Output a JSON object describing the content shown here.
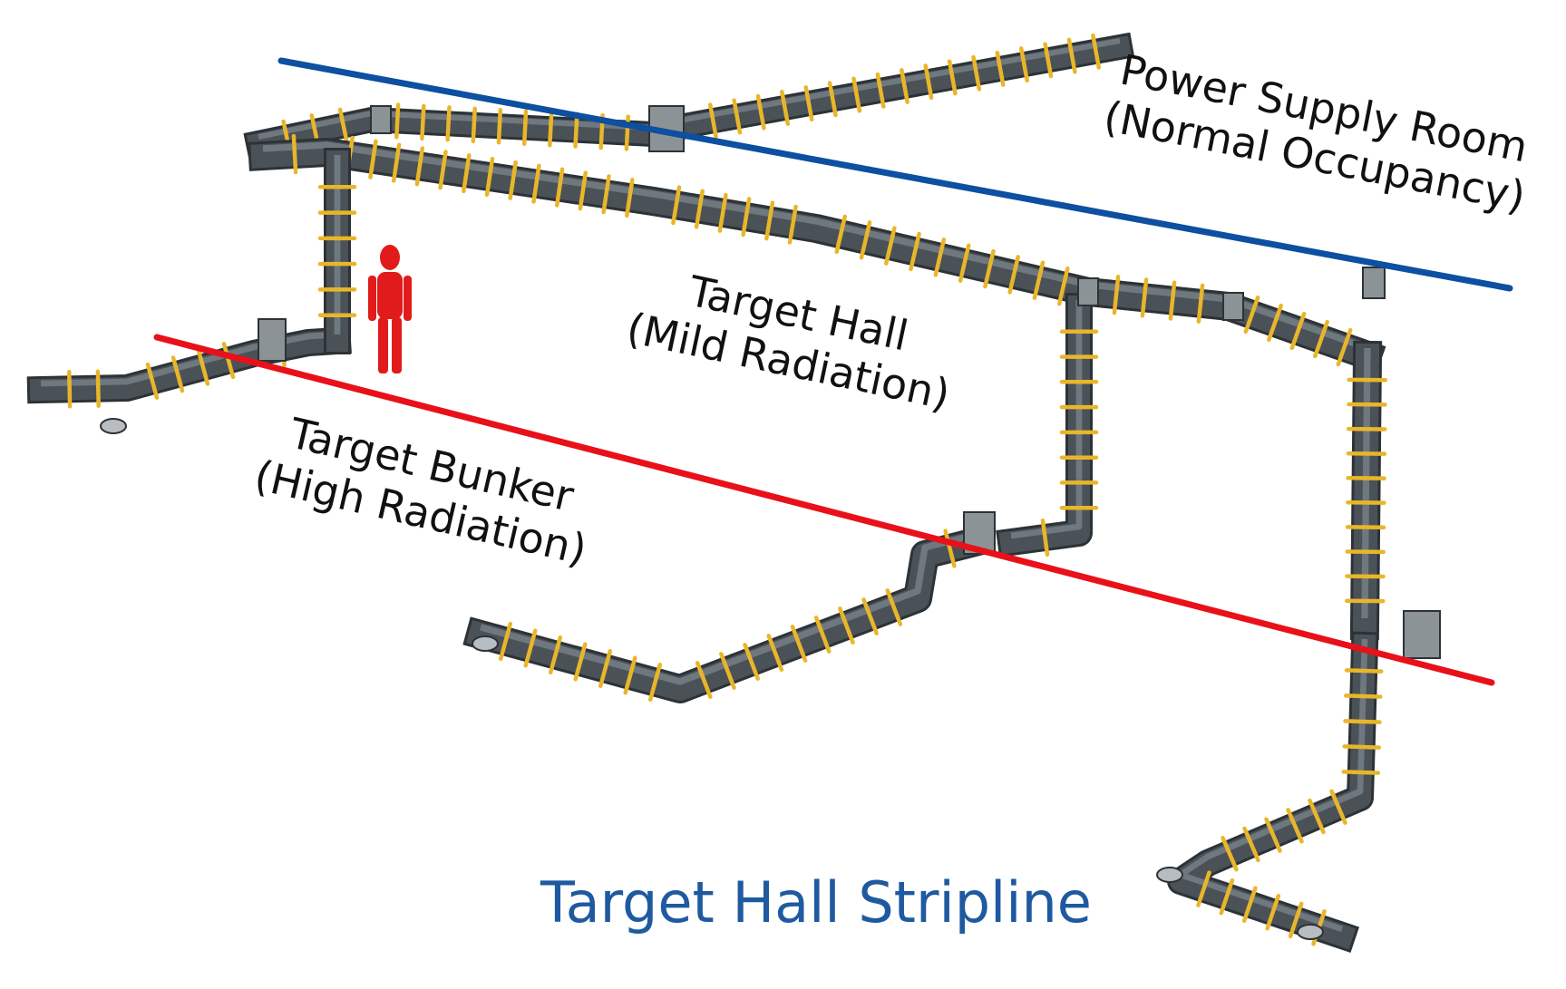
{
  "title": "Target Hall Stripline",
  "zones": {
    "power_supply_room": {
      "name": "Power Supply Room",
      "note": "(Normal Occupancy)"
    },
    "target_hall": {
      "name": "Target Hall",
      "note": "(Mild Radiation)"
    },
    "target_bunker": {
      "name": "Target Bunker",
      "note": "(High Radiation)"
    }
  },
  "colors": {
    "title": "#1f5aa0",
    "upper_boundary_line": "#0d4fa0",
    "lower_boundary_line": "#e8111a",
    "duct_body": "#4a5258",
    "duct_top": "#6f787e",
    "duct_edge": "#2c3236",
    "support_clamp": "#e9b62a",
    "human_figure": "#e11b1b"
  }
}
